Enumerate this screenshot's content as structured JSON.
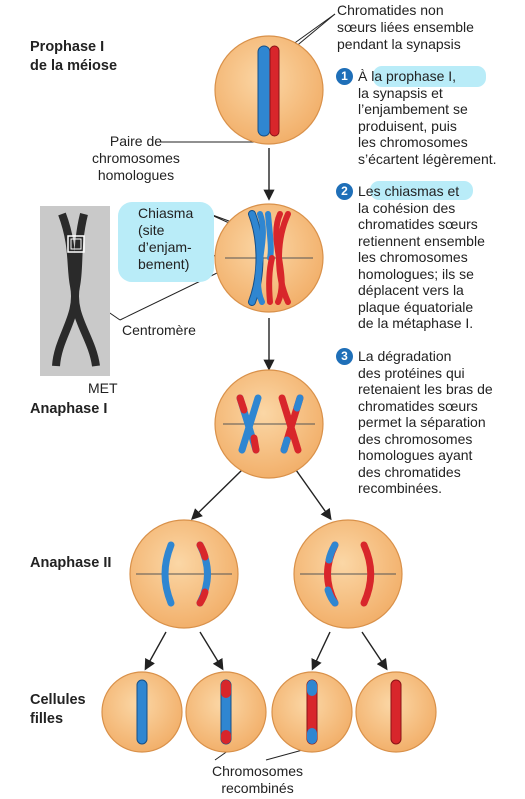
{
  "labels": {
    "prophase": "Prophase I\nde la méiose",
    "anaphase1": "Anaphase I",
    "anaphase2": "Anaphase II",
    "cellules": "Cellules\nfilles",
    "chromatides_non_soeurs": "Chromatides non\nsœurs liées ensemble\npendant la synapsis",
    "paire": "Paire de\nchromosomes\nhomologues",
    "chiasma": "Chiasma\n(site\nd’enjam-\nbement)",
    "centromere": "Centromère",
    "met": "MET",
    "recombines": "Chromosomes\nrecombinés"
  },
  "steps": [
    {
      "num": "1",
      "text": "À la prophase I,\nla synapsis et\nl’enjambement se\nproduisent, puis\nles chromosomes\ns’écartent légèrement."
    },
    {
      "num": "2",
      "text": "Les chiasmas et\nla cohésion des\nchromatides sœurs\nretiennent ensemble\nles chromosomes\nhomologues; ils se\ndéplacent vers la\nplaque équatoriale\nde la métaphase I."
    },
    {
      "num": "3",
      "text": "La dégradation\ndes protéines qui\nretenaient les bras de\nchromatides sœurs\npermet la séparation\ndes chromosomes\nhomologues ayant\ndes chromatides\nrecombinées."
    }
  ],
  "colors": {
    "cell_fill": "#f6c184",
    "cell_edge": "#d9914a",
    "maternal": "#2f86d1",
    "paternal": "#d8262b",
    "highlight": "#b9ecf8",
    "step_badge": "#1f6fb8"
  }
}
